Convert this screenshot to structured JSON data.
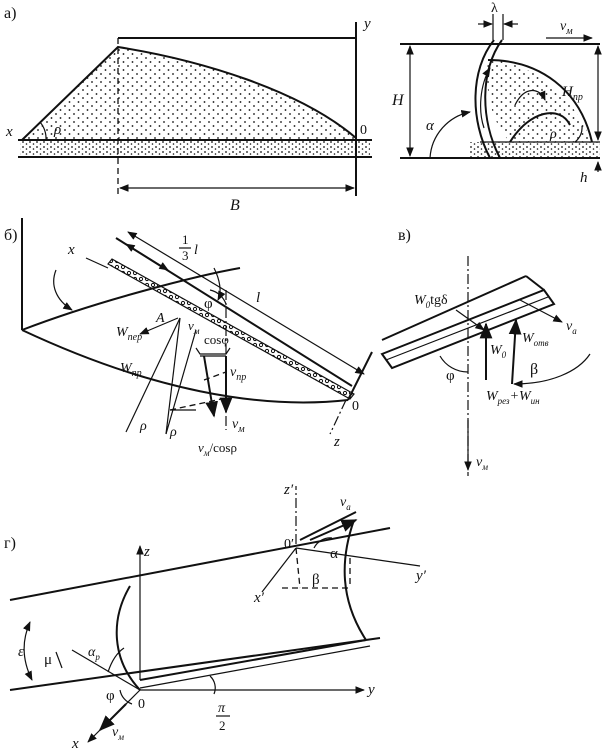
{
  "panel_labels": {
    "a": "а)",
    "b": "б)",
    "v": "в)",
    "g": "г)"
  },
  "panel_a": {
    "x": "x",
    "y": "y",
    "zero": "0",
    "rho": "ρ",
    "B": "B",
    "lambda": "λ",
    "vm": "v",
    "vm_sub": "м",
    "H": "H",
    "Hpr": "H",
    "Hpr_sub": "пр",
    "alpha": "α",
    "rho2": "ρ",
    "h": "h"
  },
  "panel_b": {
    "x": "x",
    "frac_num": "1",
    "frac_den": "3",
    "l_small": "l",
    "l": "l",
    "phi": "φ",
    "A": "A",
    "Wper": "W",
    "Wper_sub": "пер",
    "vm_cos": "v",
    "vm_cos_sub": "м",
    "cos_phi": "cosφ",
    "Wpr": "W",
    "Wpr_sub": "пр",
    "vpr": "v",
    "vpr_sub": "пр",
    "vm": "v",
    "vm_sub": "м",
    "rho1": "ρ",
    "rho2": "ρ",
    "vm_over_cos": "v",
    "vm_over_cos_sub": "м",
    "over_cos": "/cosρ",
    "zero": "0",
    "z": "z"
  },
  "panel_v": {
    "W0tg": "W",
    "W0tg_sub": "0",
    "tg_delta": "tgδ",
    "Wotv": "W",
    "Wotv_sub": "отв",
    "va": "v",
    "va_sub": "а",
    "W0": "W",
    "W0_sub": "0",
    "phi": "φ",
    "beta": "β",
    "Wrez": "W",
    "Wrez_sub": "рез",
    "plus": "+W",
    "Win_sub": "ин",
    "vm": "v",
    "vm_sub": "м"
  },
  "panel_g": {
    "z_prime": "z′",
    "zero_prime": "0′",
    "va": "v",
    "va_sub": "a",
    "alpha": "α",
    "y_prime": "y′",
    "beta": "β",
    "x_prime": "x′",
    "z": "z",
    "epsilon": "ε",
    "mu": "μ",
    "alpha_p": "α",
    "alpha_p_sub": "p",
    "phi": "φ",
    "zero": "0",
    "pi": "π",
    "two": "2",
    "y": "y",
    "vm": "v",
    "vm_sub": "м",
    "x": "x"
  }
}
